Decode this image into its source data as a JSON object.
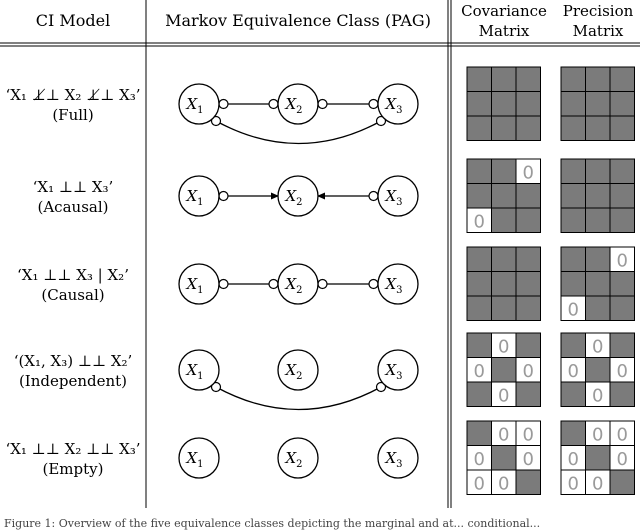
{
  "headers": {
    "ci_model": "CI Model",
    "mec": "Markov Equivalence Class (PAG)",
    "covariance_line1": "Covariance",
    "covariance_line2": "Matrix",
    "precision_line1": "Precision",
    "precision_line2": "Matrix"
  },
  "nodes": [
    "X1",
    "X2",
    "X3"
  ],
  "rows": [
    {
      "model": "‘X₁ ⊥̸⊥ X₂ ⊥̸⊥ X₃’",
      "name": "(Full)",
      "edges": [
        {
          "from": 0,
          "to": 1,
          "ends": [
            "circle",
            "circle"
          ],
          "curved": false
        },
        {
          "from": 1,
          "to": 2,
          "ends": [
            "circle",
            "circle"
          ],
          "curved": false
        },
        {
          "from": 0,
          "to": 2,
          "ends": [
            "circle",
            "circle"
          ],
          "curved": true
        }
      ],
      "covariance": [
        [
          1,
          1,
          1
        ],
        [
          1,
          1,
          1
        ],
        [
          1,
          1,
          1
        ]
      ],
      "precision": [
        [
          1,
          1,
          1
        ],
        [
          1,
          1,
          1
        ],
        [
          1,
          1,
          1
        ]
      ]
    },
    {
      "model": "‘X₁ ⊥⊥ X₃’",
      "name": "(Acausal)",
      "edges": [
        {
          "from": 0,
          "to": 1,
          "ends": [
            "circle",
            "arrow"
          ],
          "curved": false
        },
        {
          "from": 2,
          "to": 1,
          "ends": [
            "circle",
            "arrow"
          ],
          "curved": false
        }
      ],
      "covariance": [
        [
          1,
          1,
          0
        ],
        [
          1,
          1,
          1
        ],
        [
          0,
          1,
          1
        ]
      ],
      "precision": [
        [
          1,
          1,
          1
        ],
        [
          1,
          1,
          1
        ],
        [
          1,
          1,
          1
        ]
      ]
    },
    {
      "model": "‘X₁ ⊥⊥ X₃ | X₂’",
      "name": "(Causal)",
      "edges": [
        {
          "from": 0,
          "to": 1,
          "ends": [
            "circle",
            "circle"
          ],
          "curved": false
        },
        {
          "from": 1,
          "to": 2,
          "ends": [
            "circle",
            "circle"
          ],
          "curved": false
        }
      ],
      "covariance": [
        [
          1,
          1,
          1
        ],
        [
          1,
          1,
          1
        ],
        [
          1,
          1,
          1
        ]
      ],
      "precision": [
        [
          1,
          1,
          0
        ],
        [
          1,
          1,
          1
        ],
        [
          0,
          1,
          1
        ]
      ]
    },
    {
      "model": "‘(X₁, X₃) ⊥⊥ X₂’",
      "name": "(Independent)",
      "edges": [
        {
          "from": 0,
          "to": 2,
          "ends": [
            "circle",
            "circle"
          ],
          "curved": true
        }
      ],
      "covariance": [
        [
          1,
          0,
          1
        ],
        [
          0,
          1,
          0
        ],
        [
          1,
          0,
          1
        ]
      ],
      "precision": [
        [
          1,
          0,
          1
        ],
        [
          0,
          1,
          0
        ],
        [
          1,
          0,
          1
        ]
      ]
    },
    {
      "model": "‘X₁ ⊥⊥ X₂ ⊥⊥ X₃’",
      "name": "(Empty)",
      "edges": [],
      "covariance": [
        [
          1,
          0,
          0
        ],
        [
          0,
          1,
          0
        ],
        [
          0,
          0,
          1
        ]
      ],
      "precision": [
        [
          1,
          0,
          0
        ],
        [
          0,
          1,
          0
        ],
        [
          0,
          0,
          1
        ]
      ]
    }
  ],
  "zero_label": "0",
  "caption": "Figure 1: Overview of the five equivalence classes depicting the marginal and at... conditional..."
}
